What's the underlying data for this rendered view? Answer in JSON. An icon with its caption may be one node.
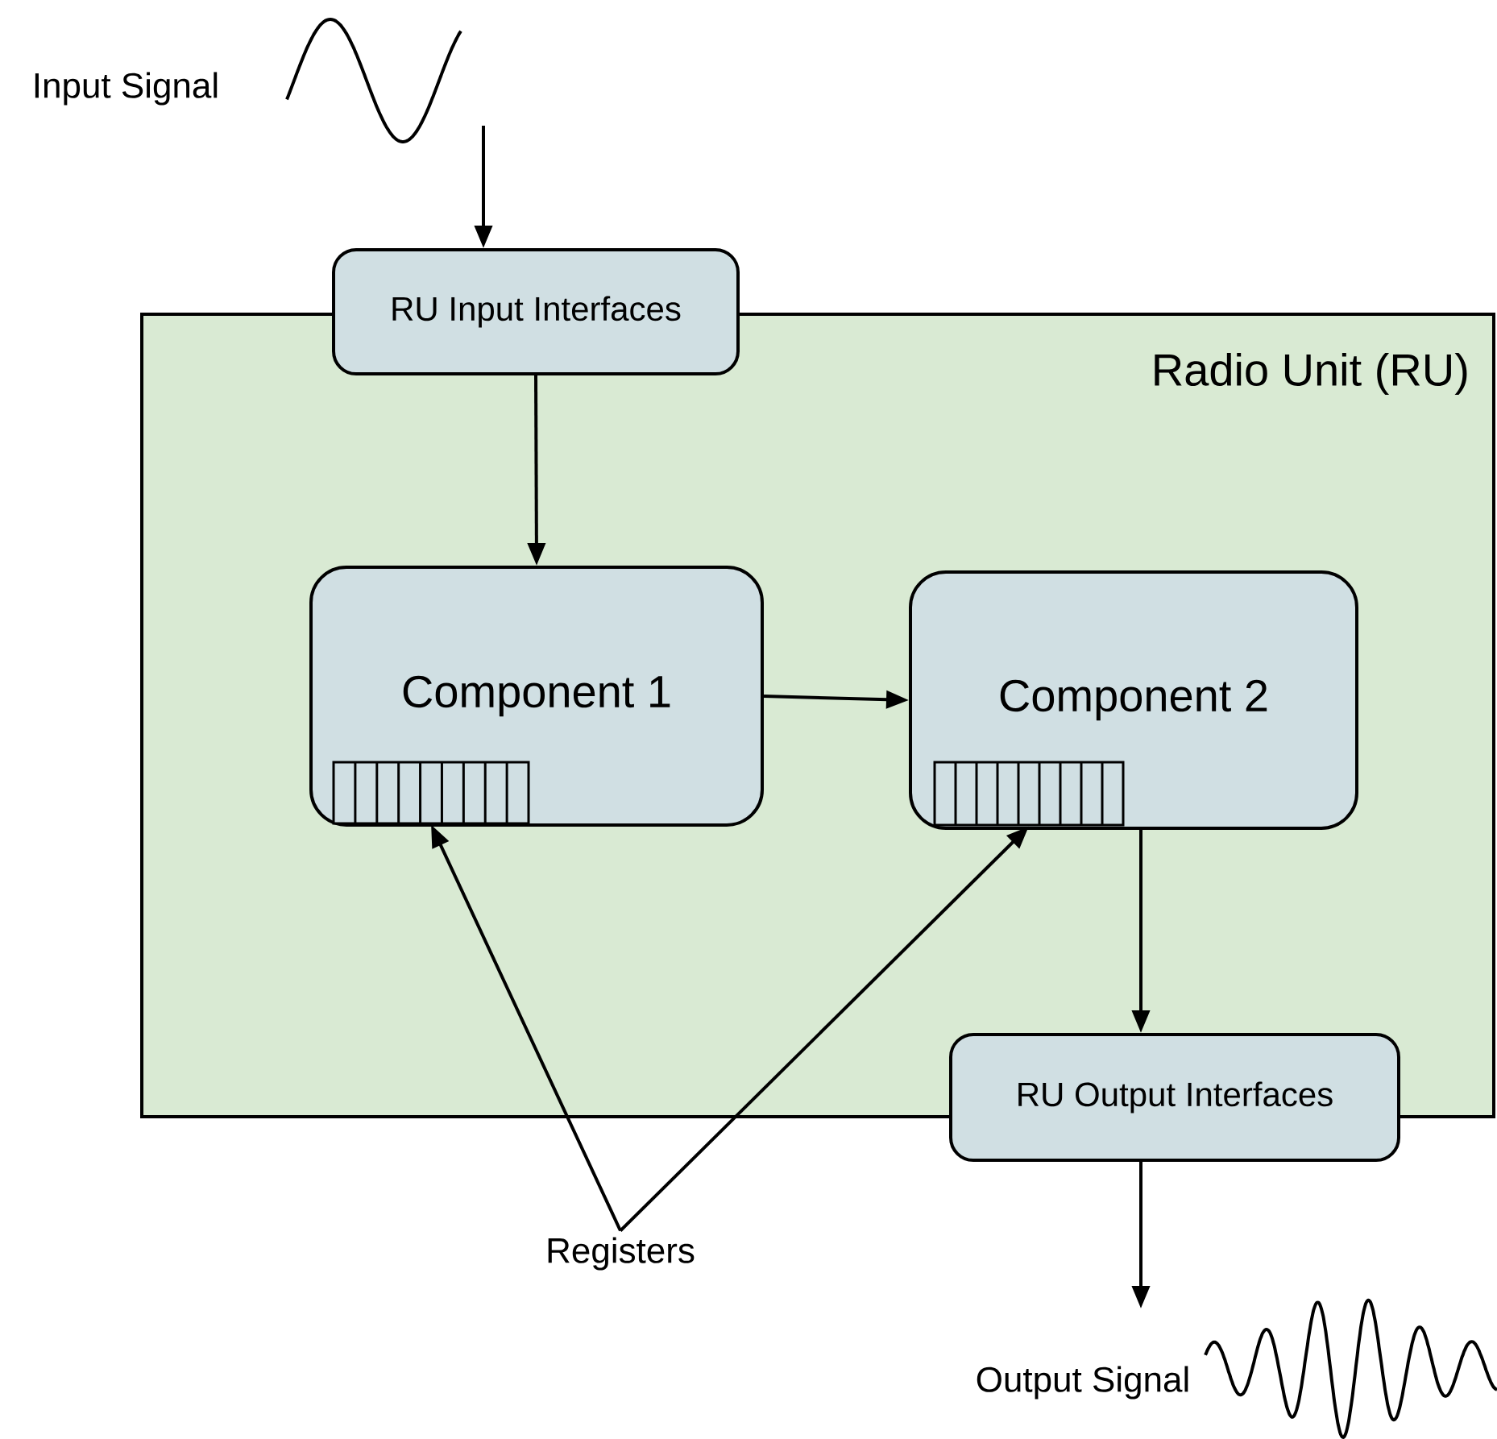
{
  "diagram": {
    "nodes": [
      {
        "text": [
          "Radio Unit (RU)"
        ]
      },
      {
        "text": [
          "RU Input Interfaces"
        ]
      },
      {
        "text": [
          "Component 1"
        ],
        "in": 0
      },
      {
        "text": [],
        "shape": "bar",
        "in": 2
      },
      {
        "text": [
          "Component 2"
        ],
        "in": 0
      },
      {
        "text": [],
        "shape": "bar",
        "in": 4
      },
      {
        "text": [
          "RU Output Interfaces"
        ]
      },
      {
        "text": [
          "Registers"
        ]
      }
    ],
    "edges": [
      {
        "from": null,
        "to": 1,
        "arrow": "to"
      },
      {
        "from": 1,
        "to": 2,
        "arrow": "to"
      },
      {
        "from": 2,
        "to": 4,
        "arrow": "to"
      },
      {
        "from": 4,
        "to": 6,
        "arrow": "to"
      },
      {
        "from": 7,
        "to": 3,
        "arrow": "to"
      },
      {
        "from": 7,
        "to": 5,
        "arrow": "to"
      },
      {
        "from": 6,
        "to": null,
        "arrow": "to"
      }
    ],
    "labels": [
      "Input Signal",
      "Output Signal"
    ]
  }
}
